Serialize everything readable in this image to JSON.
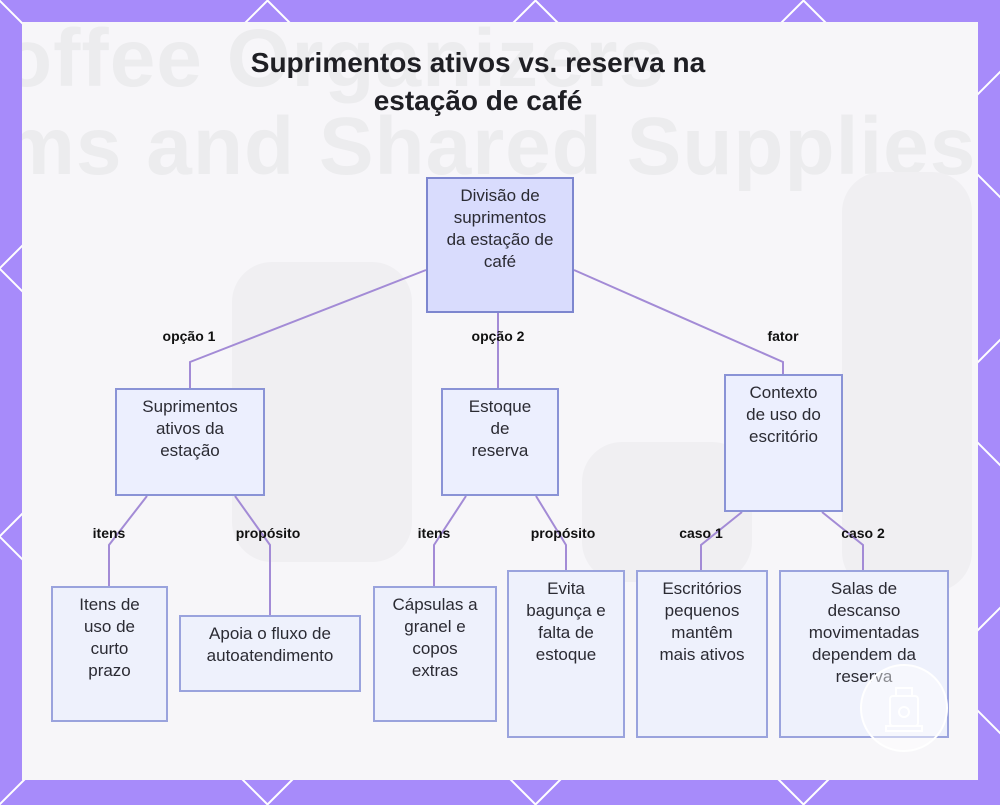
{
  "title": "Suprimentos ativos vs. reserva na estação de café",
  "background_text": [
    "offee Organizers",
    "ms and Shared Supplies"
  ],
  "colors": {
    "frame": "#a78bfa",
    "root_fill": "#d9dcfd",
    "node_fill": "#eceffe",
    "node_border": "#8a93d6",
    "edge": "#a38bd6"
  },
  "nodes": {
    "root": "Divisão de suprimentos da estação de café",
    "active": "Suprimentos ativos da estação",
    "reserve": "Estoque de reserva",
    "context": "Contexto de uso do escritório",
    "active_items": "Itens de uso de curto prazo",
    "active_purpose": "Apoia o fluxo de autoatendimento",
    "reserve_items": "Cápsulas a granel e copos extras",
    "reserve_purpose": "Evita bagunça e falta de estoque",
    "case_small": "Escritórios pequenos mantêm mais ativos",
    "case_busy": "Salas de descanso movimentadas dependem da reserva"
  },
  "edge_labels": {
    "option1": "opção 1",
    "option2": "opção 2",
    "factor": "fator",
    "items1": "itens",
    "purpose1": "propósito",
    "items2": "itens",
    "purpose2": "propósito",
    "case1": "caso 1",
    "case2": "caso 2"
  },
  "watermark_icon": "coffee-machine-icon"
}
